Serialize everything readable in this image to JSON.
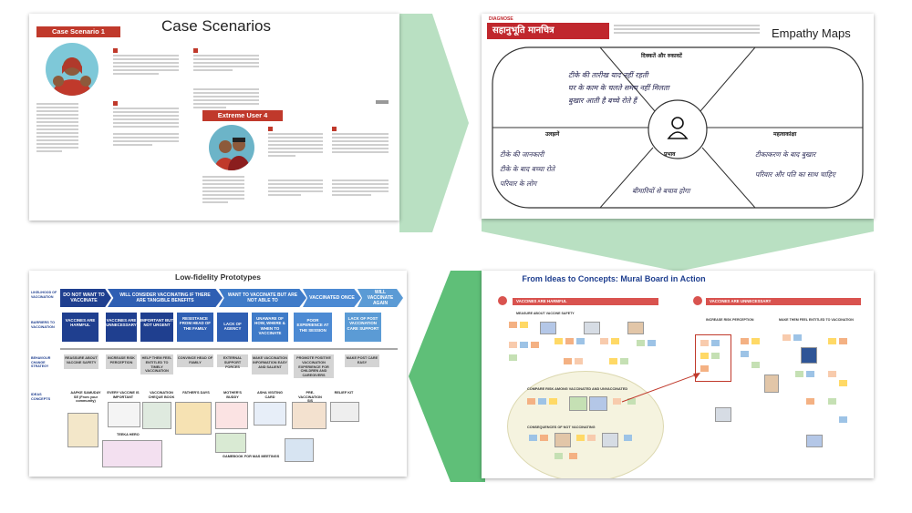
{
  "panels": {
    "case_scenarios": {
      "title": "Case Scenarios",
      "scenario_label": "Case Scenario 1",
      "extreme_label": "Extreme User 4"
    },
    "empathy_maps": {
      "title": "Empathy Maps",
      "section_tag": "DIAGNOSE",
      "header_hindi": "सहानुभूति मानचित्र",
      "q_top": "दिक्कतें और रुकावटें",
      "q_left": "उलझनें",
      "q_right": "महत्वाकांक्षा",
      "q_bottom": "प्रभाव",
      "handwritten": [
        "टीके की तारीख याद नहीं रहती",
        "घर के काम के चलते समय नहीं मिलता",
        "बुखार आती है बच्चे रोते हैं",
        "टीके की जानकारी",
        "टीके के बाद बच्चा रोते",
        "परिवार के लोग",
        "बीमारियों से बचाव होगा",
        "टीकाकरण के बाद बुखार",
        "परिवार और पति का साथ चाहिए"
      ]
    },
    "mural": {
      "title": "From Ideas to Concepts: Mural Board in Action",
      "harmful": "VACCINES ARE HARMFUL",
      "unnecessary": "VACCINES ARE UNNECESSARY",
      "sub_safety": "MEASURE ABOUT VACCINE SAFETY",
      "sub_risk": "INCREASE RISK PERCEPTION",
      "sub_entitled": "MAKE THEM FEEL ENTITLED TO VACCINATION",
      "compare": "COMPARE RISK AMONG VACCINATED AND UNVACCINATED",
      "consequences": "CONSEQUENCES OF NOT VACCINATING"
    },
    "prototypes": {
      "title": "Low-fidelity Prototypes",
      "row_labels": [
        "LIKELIHOOD OF VACCINATION",
        "BARRIERS TO VACCINATION",
        "BEHAVIOUR CHANGE STRATEGY",
        "IDEAS CONCEPTS"
      ],
      "likelihood": [
        "DO NOT WANT TO VACCINATE",
        "WILL CONSIDER VACCINATING IF THERE ARE TANGIBLE BENEFITS",
        "WANT TO VACCINATE BUT ARE NOT ABLE TO",
        "VACCINATED ONCE",
        "WILL VACCINATE AGAIN"
      ],
      "barriers": [
        "VACCINES ARE HARMFUL",
        "VACCINES ARE UNNECESSARY",
        "IMPORTANT BUT NOT URGENT",
        "RESISTANCE FROM HEAD OF THE FAMILY",
        "LACK OF AGENCY",
        "UNAWARE OF HOW, WHERE & WHEN TO VACCINATE",
        "POOR EXPERIENCE AT THE SESSION",
        "LACK OF POST VACCINATION CARE SUPPORT"
      ],
      "strategies": [
        "REASSURE ABOUT VACCINE SAFETY",
        "INCREASE RISK PERCEPTION",
        "HELP THEM FEEL ENTITLED TO TIMELY VACCINATION",
        "CONVINCE HEAD OF FAMILY",
        "EXTERNAL SUPPORT FORCES",
        "MAKE VACCINATION INFORMATION EASY AND SALIENT",
        "PROMOTE POSITIVE VACCINATION EXPERIENCE FOR CHILDREN AND CAREGIVERS",
        "MAKE POST CARE EASY"
      ],
      "ideas": [
        "AAPKE SAMUDAY SE (From your community)",
        "EVERY VACCINE IS IMPORTANT",
        "VACCINATION CHEQUE BOOK",
        "FATHER'S DAYS",
        "MOTHER'S BUDDY",
        "ASHA VISITING CARD",
        "PRE-VACCINATION SIS",
        "RELIEF KIT"
      ],
      "extra_ideas": [
        "TEEKA HERO",
        "GAMEBOOK FOR MAS MEETINGS"
      ]
    }
  },
  "colors": {
    "flow_arrow": "#b9e0c2",
    "case_red": "#c0392b",
    "proto_blue_dark": "#1f3f8f",
    "proto_blue_light": "#5b9bd5",
    "empathy_red": "#c0272d",
    "mural_red": "#d9534f"
  }
}
